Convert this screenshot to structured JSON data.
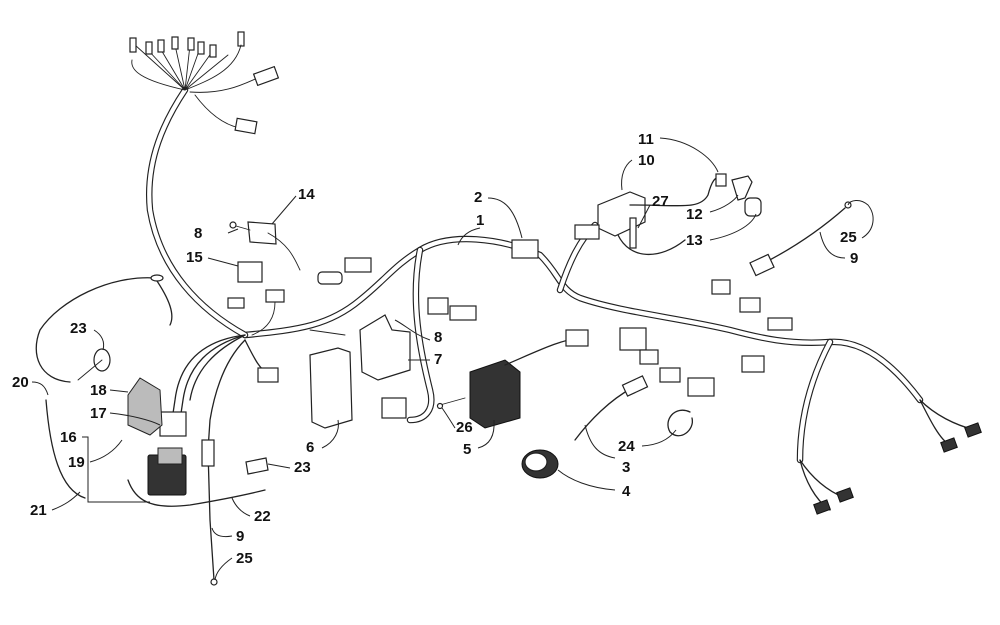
{
  "callouts": [
    {
      "id": "c1",
      "label": "1"
    },
    {
      "id": "c2",
      "label": "2"
    },
    {
      "id": "c3",
      "label": "3"
    },
    {
      "id": "c4",
      "label": "4"
    },
    {
      "id": "c5",
      "label": "5"
    },
    {
      "id": "c6",
      "label": "6"
    },
    {
      "id": "c7",
      "label": "7"
    },
    {
      "id": "c8a",
      "label": "8"
    },
    {
      "id": "c8b",
      "label": "8"
    },
    {
      "id": "c9a",
      "label": "9"
    },
    {
      "id": "c9b",
      "label": "9"
    },
    {
      "id": "c10",
      "label": "10"
    },
    {
      "id": "c11",
      "label": "11"
    },
    {
      "id": "c12",
      "label": "12"
    },
    {
      "id": "c13",
      "label": "13"
    },
    {
      "id": "c14",
      "label": "14"
    },
    {
      "id": "c15",
      "label": "15"
    },
    {
      "id": "c16",
      "label": "16"
    },
    {
      "id": "c17",
      "label": "17"
    },
    {
      "id": "c18",
      "label": "18"
    },
    {
      "id": "c19",
      "label": "19"
    },
    {
      "id": "c20",
      "label": "20"
    },
    {
      "id": "c21",
      "label": "21"
    },
    {
      "id": "c22",
      "label": "22"
    },
    {
      "id": "c23a",
      "label": "23"
    },
    {
      "id": "c23b",
      "label": "23"
    },
    {
      "id": "c24",
      "label": "24"
    },
    {
      "id": "c25a",
      "label": "25"
    },
    {
      "id": "c25b",
      "label": "25"
    },
    {
      "id": "c26",
      "label": "26"
    },
    {
      "id": "c27",
      "label": "27"
    }
  ]
}
